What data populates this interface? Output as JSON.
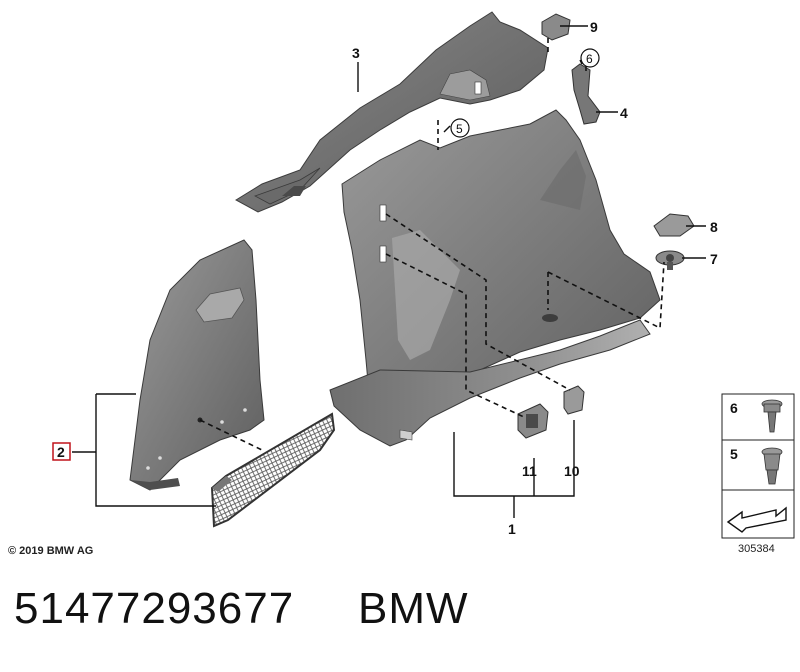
{
  "diagram": {
    "copyright": "© 2019 BMW AG",
    "image_number": "305384",
    "callouts": {
      "c1": "1",
      "c2": "2",
      "c3": "3",
      "c4": "4",
      "c5": "5",
      "c6": "6",
      "c7": "7",
      "c8": "8",
      "c9": "9",
      "c10": "10",
      "c11": "11"
    },
    "legend": {
      "item6": "6",
      "item5": "5"
    }
  },
  "footer": {
    "part_number": "51477293677",
    "brand": "BMW"
  }
}
